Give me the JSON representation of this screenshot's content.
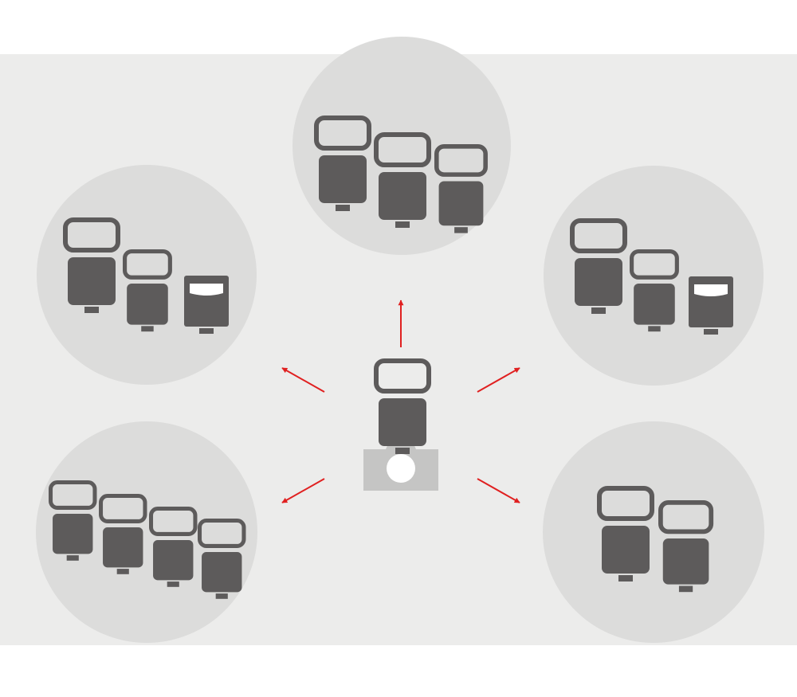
{
  "colors": {
    "page_background": "#ffffff",
    "panel_background": "#ececeb",
    "group_circle": "#dcdcdb",
    "flash_unit": "#5d5b5b",
    "camera": "#c5c5c4",
    "arrow": "#e02020"
  },
  "master": {
    "icon": "camera-with-flash-icon",
    "flash_type": "flash-unit-icon",
    "camera_type": "camera-icon"
  },
  "groups": [
    {
      "name": "group-top",
      "units": [
        "speedlight",
        "speedlight",
        "speedlight"
      ]
    },
    {
      "name": "group-upper-left",
      "units": [
        "speedlight",
        "speedlight",
        "compact-flash"
      ]
    },
    {
      "name": "group-upper-right",
      "units": [
        "speedlight",
        "speedlight",
        "compact-flash"
      ]
    },
    {
      "name": "group-lower-left",
      "units": [
        "speedlight",
        "speedlight",
        "speedlight",
        "speedlight"
      ]
    },
    {
      "name": "group-lower-right",
      "units": [
        "speedlight",
        "speedlight"
      ]
    }
  ],
  "arrows": [
    {
      "name": "arrow-up",
      "target": "group-top"
    },
    {
      "name": "arrow-upper-left",
      "target": "group-upper-left"
    },
    {
      "name": "arrow-upper-right",
      "target": "group-upper-right"
    },
    {
      "name": "arrow-lower-left",
      "target": "group-lower-left"
    },
    {
      "name": "arrow-lower-right",
      "target": "group-lower-right"
    }
  ]
}
